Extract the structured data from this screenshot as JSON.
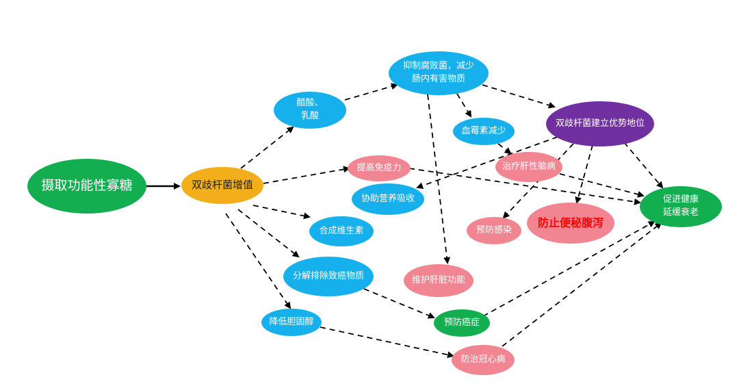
{
  "diagram": {
    "colors": {
      "blue": "#16b0ec",
      "green": "#12ae4f",
      "orange": "#f2ae1b",
      "purple": "#7030a0",
      "pink": "#f18591",
      "arrow": "#000000",
      "emphasis_text": "#ff0000"
    },
    "nodes": {
      "intake": "摄取功能性寡糖",
      "bifido_increase": "双歧杆菌增值",
      "acetic_lactic": "醋酸、\n乳酸",
      "inhibit_decay": "抑制腐败菌，减少\n肠内有害物质",
      "bifido_dominant": "双歧杆菌建立优势地位",
      "blood_toxin": "血霉素减少",
      "immunity": "提高免疫力",
      "nutrient": "协助营养吸收",
      "vitamin": "合成维生素",
      "carcinogen": "分解排除致癌物质",
      "cholesterol": "降低胆固醇",
      "liver_disease": "治疗肝性脑病",
      "infection": "预防感染",
      "constipation": "防止便秘腹泻",
      "liver_function": "维护肝脏功能",
      "cancer": "预防癌症",
      "heart": "防治冠心病",
      "health": "促进健康\n延缓衰老"
    }
  }
}
